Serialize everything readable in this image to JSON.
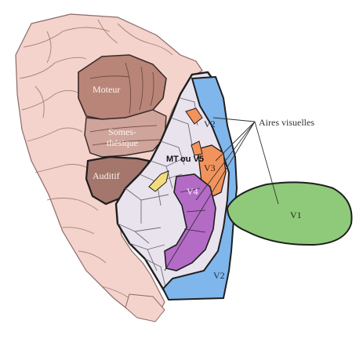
{
  "labels": {
    "moteur": "Moteur",
    "somes": "Somes-",
    "thesique": "thésique",
    "auditif": "Auditif",
    "mt": "MT",
    "ou_v5": "ou V5",
    "v2_top": "V2",
    "v3": "V3",
    "v4": "V4",
    "v1": "V1",
    "v2_bottom": "V2",
    "aires_visuelles": "Aires visuelles"
  },
  "colors": {
    "cortex": "#f3d3cb",
    "cortex_line": "#8c6a6a",
    "moteur": "#b98579",
    "somesthesique": "#cfa49a",
    "auditif": "#a5766c",
    "visual_pale": "#e9e3ee",
    "v1": "#8fca7a",
    "v2": "#7fb6ec",
    "v3": "#f2935c",
    "v4": "#b46bc6",
    "mt": "#f3dc7c",
    "border": "#1e1e1e"
  }
}
